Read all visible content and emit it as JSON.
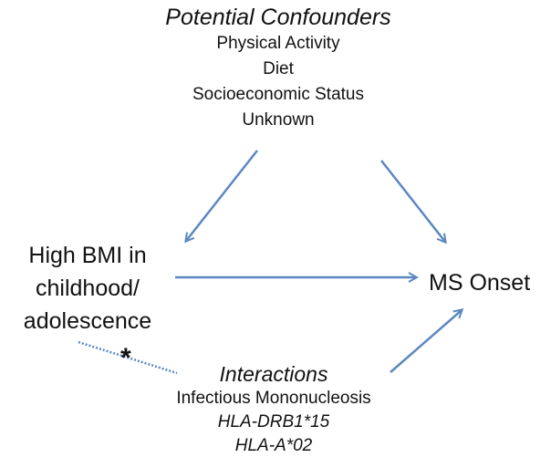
{
  "confounders": {
    "title": "Potential Confounders",
    "items": [
      "Physical Activity",
      "Diet",
      "Socioeconomic Status",
      "Unknown"
    ]
  },
  "exposure": {
    "lines": [
      "High BMI in",
      "childhood/",
      "adolescence"
    ]
  },
  "outcome": {
    "label": "MS Onset"
  },
  "interactions": {
    "title": "Interactions",
    "items": [
      {
        "text": "Infectious Mononucleosis",
        "italic": false
      },
      {
        "text": "HLA-DRB1*15",
        "italic": true
      },
      {
        "text": "HLA-A*02",
        "italic": true
      }
    ],
    "marker": "*"
  },
  "colors": {
    "arrow": "#5B88C0",
    "text": "#111111"
  }
}
